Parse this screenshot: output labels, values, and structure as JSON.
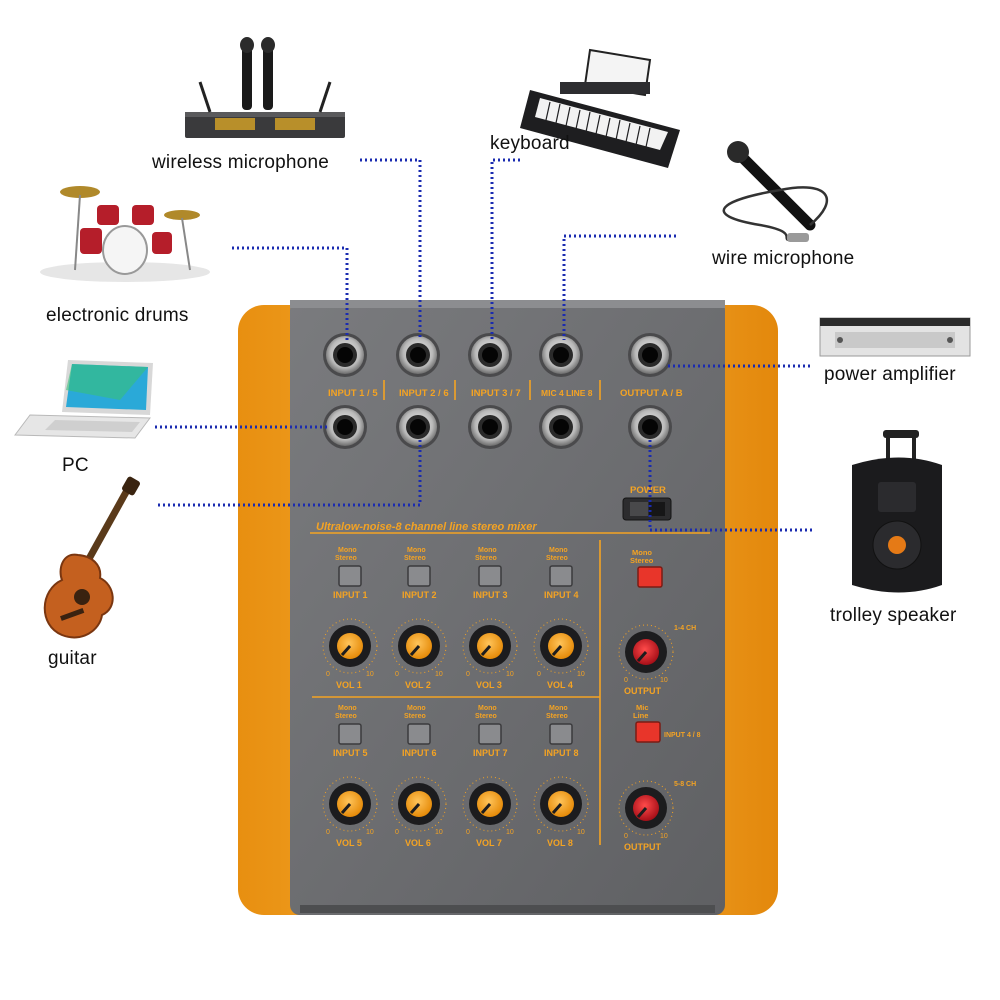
{
  "devices": {
    "wireless_microphone": "wireless microphone",
    "keyboard": "keyboard",
    "wire_microphone": "wire microphone",
    "electronic_drums": "electronic drums",
    "power_amplifier": "power amplifier",
    "pc": "PC",
    "trolley_speaker": "trolley speaker",
    "guitar": "guitar"
  },
  "mixer": {
    "title": "Ultralow-noise-8 channel line stereo mixer",
    "jacks": {
      "input_1_5": "INPUT 1 / 5",
      "input_2_6": "INPUT 2 / 6",
      "input_3_7": "INPUT 3 / 7",
      "mic_line_4_8": "MIC 4 LINE 8",
      "output_a_b": "OUTPUT A / B"
    },
    "power_label": "POWER",
    "mono": "Mono",
    "stereo": "Stereo",
    "mic": "Mic",
    "line": "Line",
    "channels_top": [
      "INPUT 1",
      "INPUT 2",
      "INPUT 3",
      "INPUT 4"
    ],
    "channels_bottom": [
      "INPUT 5",
      "INPUT 6",
      "INPUT 7",
      "INPUT 8"
    ],
    "vols_top": [
      "VOL 1",
      "VOL 2",
      "VOL 3",
      "VOL 4"
    ],
    "vols_bottom": [
      "VOL 5",
      "VOL 6",
      "VOL 7",
      "VOL 8"
    ],
    "scale_min": "0",
    "scale_max": "10",
    "output_label": "OUTPUT",
    "ch_1_4": "1-4 CH",
    "ch_5_8": "5-8 CH",
    "input_4_8": "INPUT 4 / 8"
  },
  "colors": {
    "orange": "#f4a323",
    "panel": "#6f7073",
    "knob": "#f4a323",
    "output_knob": "#cf1f2a",
    "red_switch": "#e8352a",
    "cable": "#1a2bb0"
  }
}
